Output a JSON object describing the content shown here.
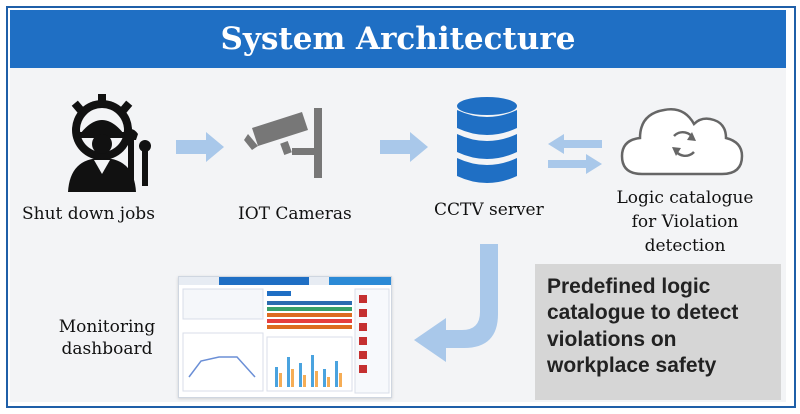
{
  "title": "System Architecture",
  "nodes": {
    "shutdown": "Shut down jobs",
    "cameras": "IOT Cameras",
    "cctv": "CCTV server",
    "logic_line1": "Logic catalogue",
    "logic_line2": "for Violation",
    "logic_line3": "detection",
    "monitoring_line1": "Monitoring",
    "monitoring_line2": "dashboard"
  },
  "note": {
    "line1": "Predefined logic",
    "line2": "catalogue to detect",
    "line3": "violations on",
    "line4": "workplace safety"
  },
  "colors": {
    "title_bg": "#1f6fc4",
    "arrow": "#a9c8ea",
    "note_bg": "#d6d6d6",
    "server": "#1f6fc4"
  }
}
